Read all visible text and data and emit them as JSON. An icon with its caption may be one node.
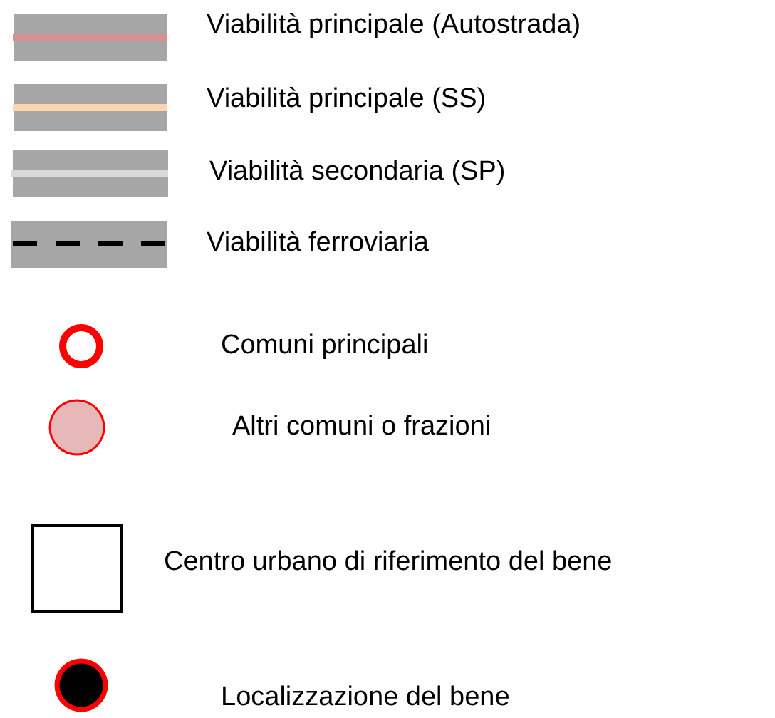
{
  "diagram": {
    "legend": [
      {
        "text": "Viabilità principale (Autostrada)"
      },
      {
        "text": "Viabilità principale (SS)"
      },
      {
        "text": "Viabilità secondaria (SP)"
      },
      {
        "text": "Viabilità ferroviaria"
      },
      {
        "text": "Comuni principali"
      },
      {
        "text": "Altri comuni o frazioni"
      },
      {
        "text": "Centro urbano di riferimento del bene"
      },
      {
        "text": "Localizzazione del bene"
      }
    ]
  }
}
